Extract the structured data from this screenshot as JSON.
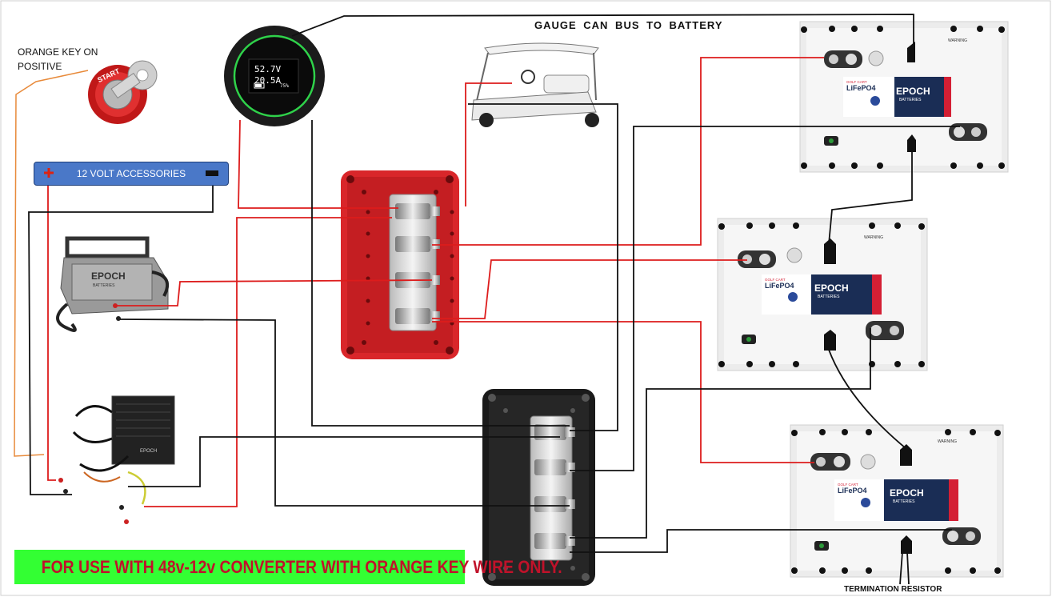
{
  "title": "GAUGE  CAN  BUS  TO  BATTERY",
  "key_label": "ORANGE KEY ON POSITIVE",
  "accessories_label": "12 VOLT ACCESSORIES",
  "warning": "FOR USE WITH 48v-12v CONVERTER WITH ORANGE KEY WIRE ONLY.",
  "termination_label": "TERMINATION RESISTOR",
  "gauge": {
    "voltage": "52.7V",
    "current": "20.5A",
    "percent": "75%"
  },
  "key_text": "START",
  "charger_brand": "EPOCH",
  "charger_sub": "BATTERIES",
  "battery": {
    "type": "GOLF CART",
    "chem": "LiFePO4",
    "brand": "EPOCH",
    "sub": "BATTERIES",
    "warning": "WARNING"
  },
  "colors": {
    "red_wire": "#dd1c1c",
    "black_wire": "#111111",
    "orange_wire": "#e88a3a",
    "bus_red": "#d9262a",
    "bus_black": "#1a1a1a",
    "warning_bg": "#33ff33",
    "warning_text": "#c0122a",
    "accessory_bg": "#4a78c8"
  }
}
